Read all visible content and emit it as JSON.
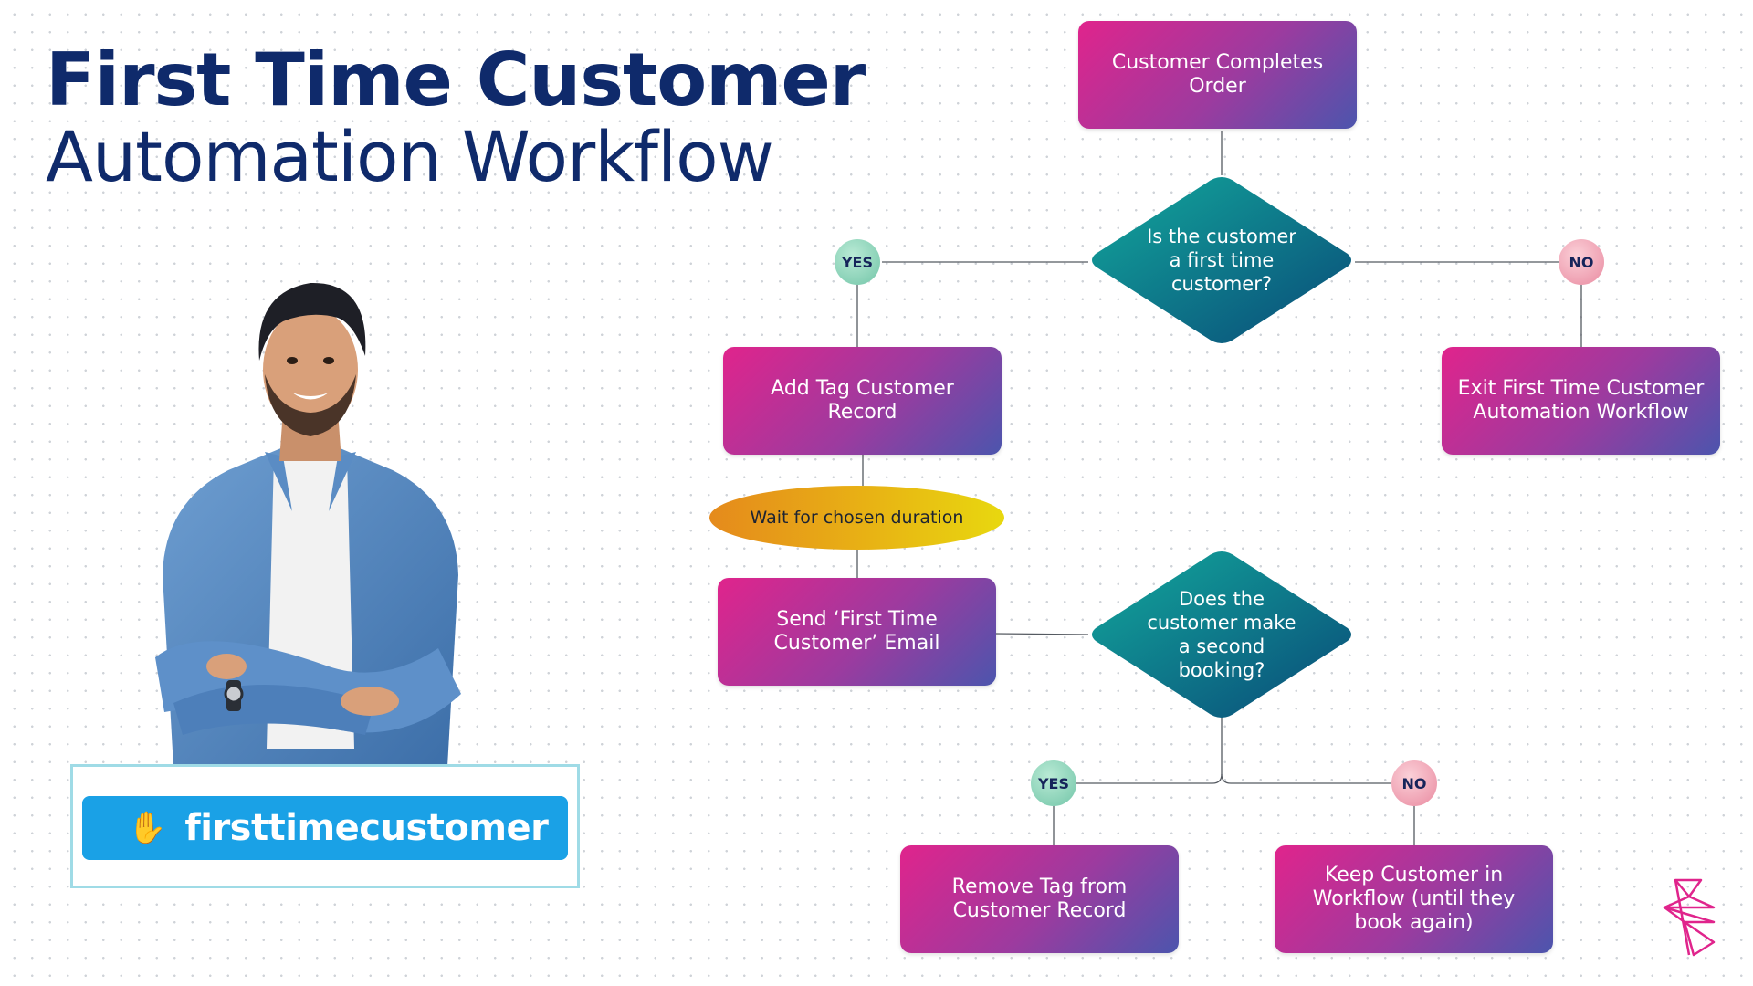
{
  "title": {
    "line1": "First Time Customer",
    "line2": "Automation Workflow"
  },
  "nodes": {
    "start": "Customer Completes Order",
    "decision1": "Is the customer a first time customer?",
    "yes1": "YES",
    "no1": "NO",
    "add_tag": "Add Tag Customer Record",
    "exit": "Exit First Time Customer Automation Workflow",
    "wait": "Wait for chosen duration",
    "send_email": "Send ‘First Time Customer’ Email",
    "decision2": "Does the customer make a second booking?",
    "yes2": "YES",
    "no2": "NO",
    "remove_tag": "Remove Tag from Customer Record",
    "keep": "Keep Customer in Workflow (until they book again)"
  },
  "tag": {
    "icon": "waving-hand-icon",
    "label": "firsttimecustomer"
  },
  "colors": {
    "title": "#0f2a6b",
    "box_gradient": [
      "#e0248c",
      "#9c3b9f",
      "#4c55ad"
    ],
    "diamond_gradient": [
      "#11a39b",
      "#0a4f7a"
    ],
    "yes": "#72c5a8",
    "no": "#e98aa0",
    "wait": "#e8b314",
    "tag": "#1aa1e6"
  }
}
